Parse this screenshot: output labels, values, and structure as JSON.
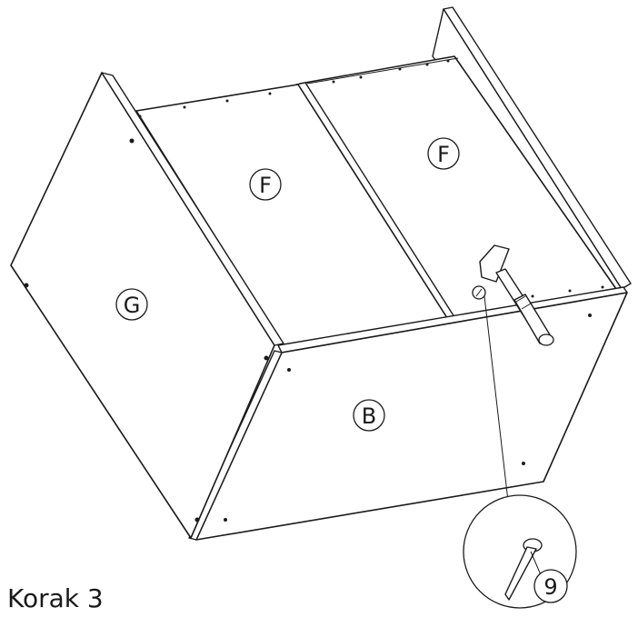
{
  "step": {
    "caption": "Korak 3"
  },
  "panels": {
    "left_side": "G",
    "back_left": "F",
    "back_right": "F",
    "bottom_front": "B"
  },
  "part_callout": {
    "number": "9",
    "description_icon": "nail-icon"
  },
  "tool": {
    "icon": "hammer-icon"
  }
}
